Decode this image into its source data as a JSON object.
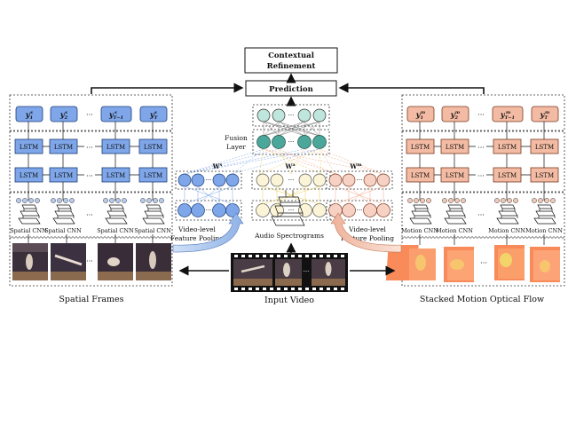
{
  "title_box": {
    "line1": "Contextual",
    "line2": "Refinement"
  },
  "prediction": "Prediction",
  "fusion_layer": {
    "line1": "Fusion",
    "line2": "Layer"
  },
  "weights": {
    "spatial": "W",
    "spatial_sup": "s",
    "audio": "W",
    "audio_sup": "a",
    "motion": "W",
    "motion_sup": "m"
  },
  "pooling": {
    "line1": "Video-level",
    "line2": "Feature Pooling"
  },
  "audio_label": "Audio Spectrograms",
  "input_video": "Input Video",
  "spatial": {
    "section_label": "Spatial Frames",
    "cnn_label": "Spatial CNN",
    "lstm_label": "LSTM",
    "outputs": [
      "y",
      "y",
      "y",
      "y"
    ],
    "output_sup": "s",
    "output_subs": [
      "1",
      "2",
      "T−1",
      "T"
    ],
    "ellipsis": "···"
  },
  "motion": {
    "section_label": "Stacked Motion Optical Flow",
    "cnn_label": "Motion CNN",
    "lstm_label": "LSTM",
    "outputs": [
      "y",
      "y",
      "y",
      "y"
    ],
    "output_sup": "m",
    "output_subs": [
      "1",
      "2",
      "T−1",
      "T"
    ],
    "ellipsis": "···"
  },
  "colors": {
    "blue": "#7ea6e8",
    "orange": "#f3bba3",
    "teal": "#4aa79a",
    "teal_light": "#bfe6dc",
    "yellow_node": "#fbf4d6",
    "pink_node": "#f7d2c4"
  }
}
